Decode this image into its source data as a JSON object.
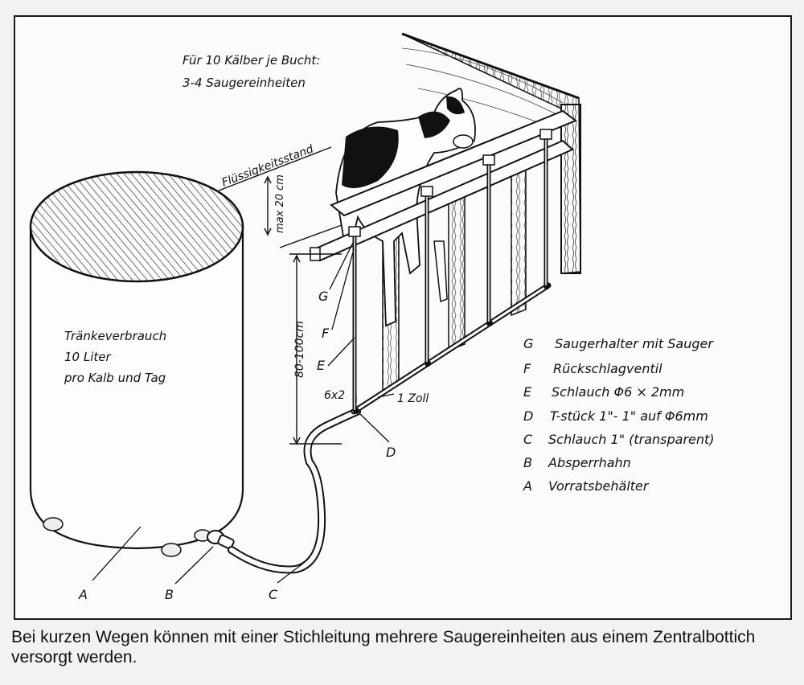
{
  "header_note": {
    "line1": "Für 10 Kälber je Bucht:",
    "line2": "3-4 Saugereinheiten"
  },
  "tank_text": {
    "line1": "Tränkeverbrauch",
    "line2": "10 Liter",
    "line3": "pro Kalb und Tag"
  },
  "labels": {
    "fluid_level": "Flüssigkeitsstand",
    "max_20cm": "max 20 cm",
    "height_range": "80-100cm",
    "hose_size": "6x2",
    "inch": "1 Zoll",
    "A": "A",
    "B": "B",
    "C": "C",
    "D": "D",
    "E": "E",
    "F": "F",
    "G": "G"
  },
  "legend": [
    {
      "letter": "G",
      "text": "Saugerhalter mit Sauger"
    },
    {
      "letter": "F",
      "text": "Rückschlagventil"
    },
    {
      "letter": "E",
      "text": "Schlauch   Φ6 × 2mm"
    },
    {
      "letter": "D",
      "text": "T-stück  1\"- 1\" auf Φ6mm"
    },
    {
      "letter": "C",
      "text": "Schlauch     1\"  (transparent)"
    },
    {
      "letter": "B",
      "text": "Absperrhahn"
    },
    {
      "letter": "A",
      "text": "Vorratsbehälter"
    }
  ],
  "caption": "Bei kurzen Wegen können mit einer Stichleitung mehrere Saugereinheiten aus einem Zentralbottich versorgt werden."
}
